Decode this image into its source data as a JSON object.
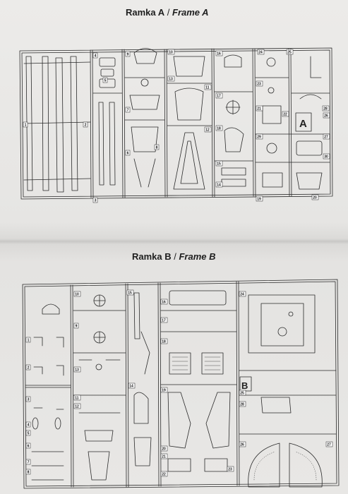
{
  "frame_a": {
    "title_pl": "Ramka A",
    "separator": " / ",
    "title_en": "Frame A",
    "letter": "A",
    "part_numbers": [
      "1",
      "2",
      "3",
      "4",
      "5",
      "6",
      "7",
      "8",
      "9",
      "10",
      "11",
      "12",
      "13",
      "14",
      "15",
      "16",
      "17",
      "18",
      "19",
      "20",
      "21",
      "22",
      "23",
      "24",
      "25",
      "26",
      "27",
      "28",
      "29",
      "30"
    ]
  },
  "frame_b": {
    "title_pl": "Ramka B",
    "separator": " / ",
    "title_en": "Frame B",
    "letter": "B",
    "part_numbers": [
      "1",
      "2",
      "3",
      "4",
      "5",
      "6",
      "7",
      "8",
      "9",
      "10",
      "11",
      "12",
      "13",
      "14",
      "15",
      "16",
      "17",
      "18",
      "19",
      "20",
      "21",
      "22",
      "23",
      "24",
      "25",
      "26",
      "27",
      "28"
    ]
  }
}
